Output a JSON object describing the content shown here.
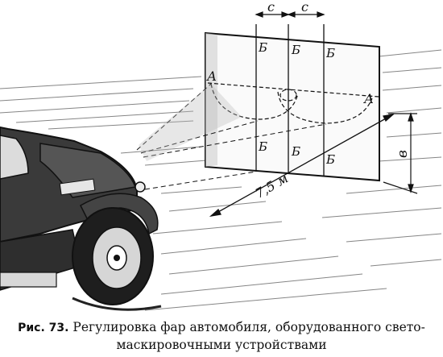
{
  "figure": {
    "labels": {
      "offset_c": "c",
      "mark_a": "А",
      "mark_b": "Б",
      "height_b": "в",
      "distance": "7,5 м"
    }
  },
  "caption": {
    "prefix": "Рис. 73.",
    "line1": "Регулировка фар автомобиля, оборудованного свето-",
    "line2": "маскировочными устройствами"
  }
}
